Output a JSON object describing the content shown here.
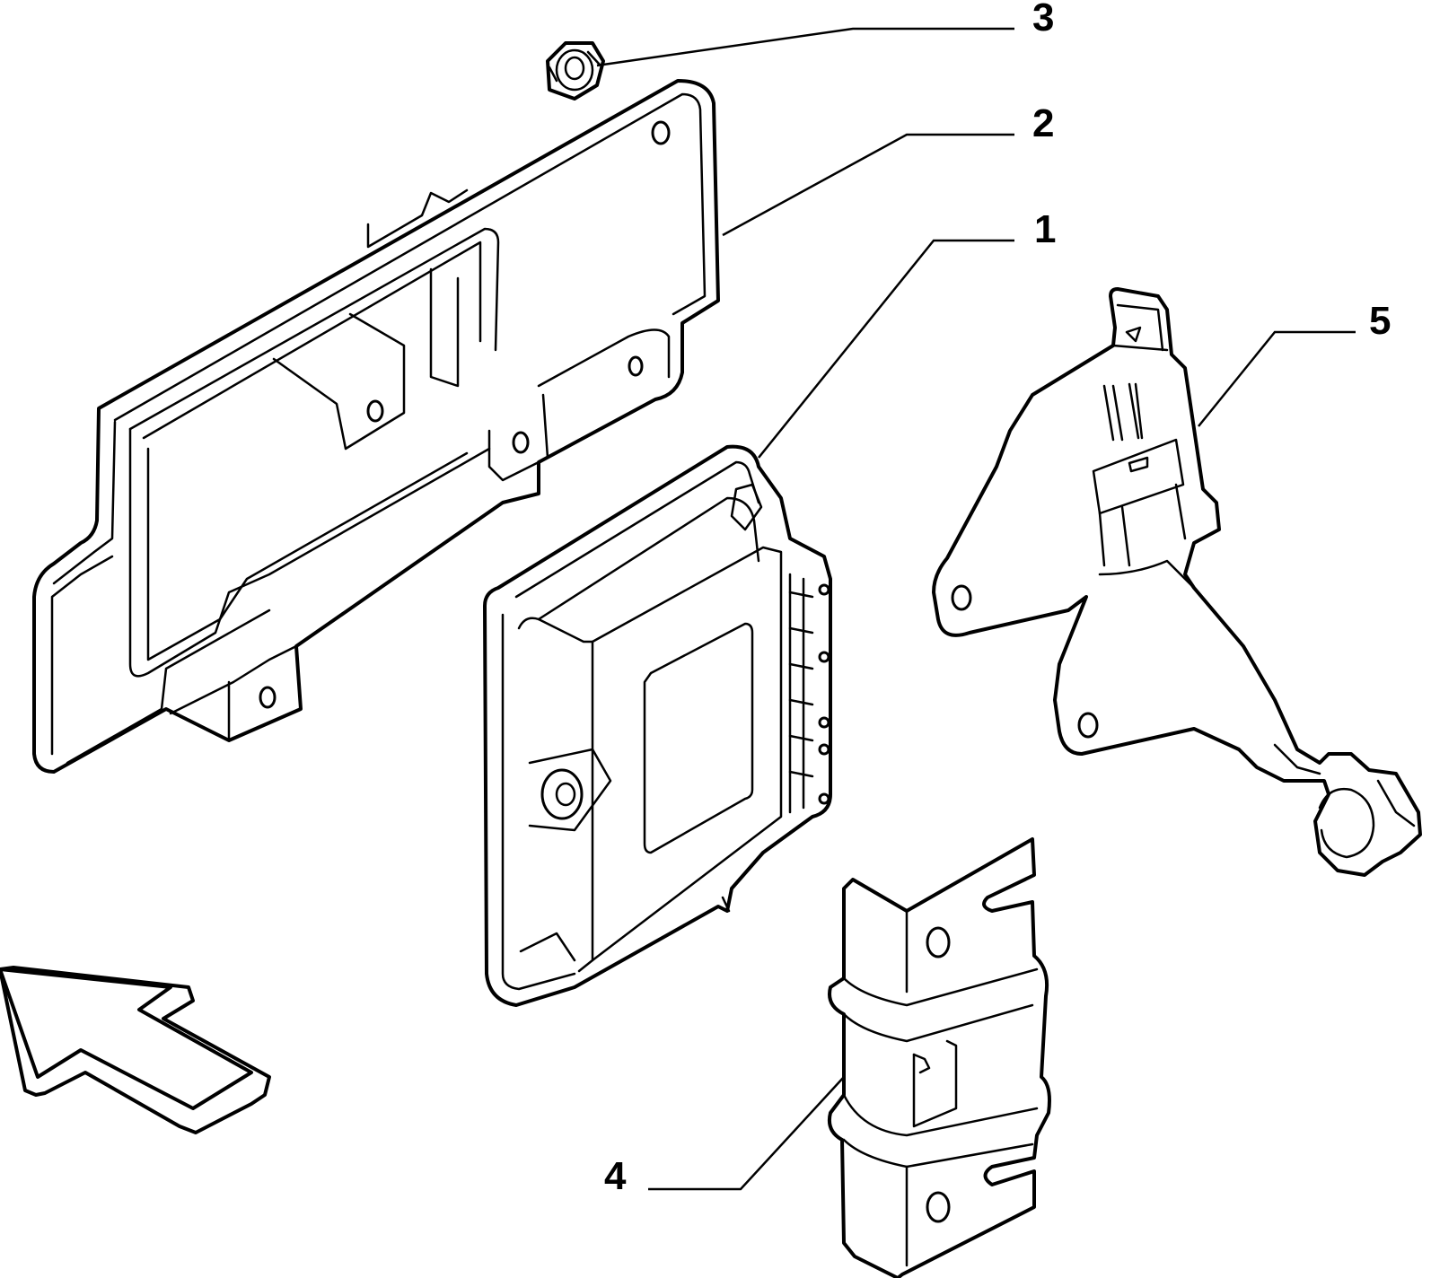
{
  "diagram": {
    "callouts": [
      {
        "id": "1",
        "label": "1"
      },
      {
        "id": "2",
        "label": "2"
      },
      {
        "id": "3",
        "label": "3"
      },
      {
        "id": "4",
        "label": "4"
      },
      {
        "id": "5",
        "label": "5"
      }
    ],
    "line_color": "#000000",
    "background": "#ffffff"
  }
}
